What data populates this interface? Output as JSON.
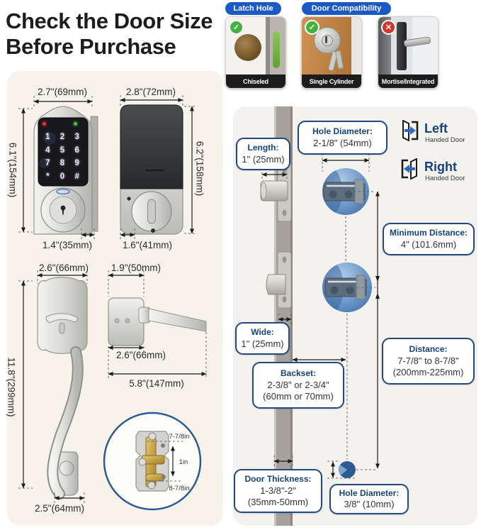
{
  "title": {
    "line1": "Check the Door Size",
    "line2": "Before Purchase"
  },
  "badges": {
    "latch_hole": "Latch Hole",
    "door_compatibility": "Door Compatibility"
  },
  "compat_cards": [
    {
      "caption": "Chiseled",
      "glyph": "✓"
    },
    {
      "caption": "Single Cylinder",
      "glyph": "✓"
    },
    {
      "caption": "Mortise/Integrated",
      "glyph": "✕"
    }
  ],
  "keypad": [
    "1",
    "2",
    "3",
    "4",
    "5",
    "6",
    "7",
    "8",
    "9",
    "*",
    "0",
    "#"
  ],
  "dims": {
    "front_width": "2.7\"(69mm)",
    "front_height": "6.1\"(154mm)",
    "front_bolt": "1.4\"(35mm)",
    "back_width": "2.8\"(72mm)",
    "back_height": "6.2\"(158mm)",
    "back_bolt": "1.6\"(41mm)",
    "handle_width": "2.6\"(66mm)",
    "handle_height": "11.8\"(299mm)",
    "handle_bottom": "2.5\"(64mm)",
    "lever_top": "1.9\"(50mm)",
    "lever_plate": "2.6\"(66mm)",
    "lever_length": "5.8\"(147mm)",
    "latch_top": "7-7/8in",
    "latch_mid": "1in",
    "latch_bottom": "8-7/8in"
  },
  "door": {
    "length_label": "Length:",
    "length_value": "1\" (25mm)",
    "hole_top_label": "Hole Diameter:",
    "hole_top_value": "2-1/8\" (54mm)",
    "left_title": "Left",
    "left_sub": "Handed Door",
    "right_title": "Right",
    "right_sub": "Handed Door",
    "min_label": "Minimum Distance:",
    "min_value": "4\" (101.6mm)",
    "wide_label": "Wide:",
    "wide_value": "1\" (25mm)",
    "backset_label": "Backset:",
    "backset_line1": "2-3/8\" or 2-3/4\"",
    "backset_line2": "(60mm or 70mm)",
    "distance_label": "Distance:",
    "distance_line1": "7-7/8\" to 8-7/8\"",
    "distance_line2": "(200mm-225mm)",
    "thickness_label": "Door Thickness:",
    "thickness_line1": "1-3/8\"-2\"",
    "thickness_line2": "(35mm-50mm)",
    "hole_bottom_label": "Hole Diameter:",
    "hole_bottom_value": "3/8\" (10mm)"
  }
}
